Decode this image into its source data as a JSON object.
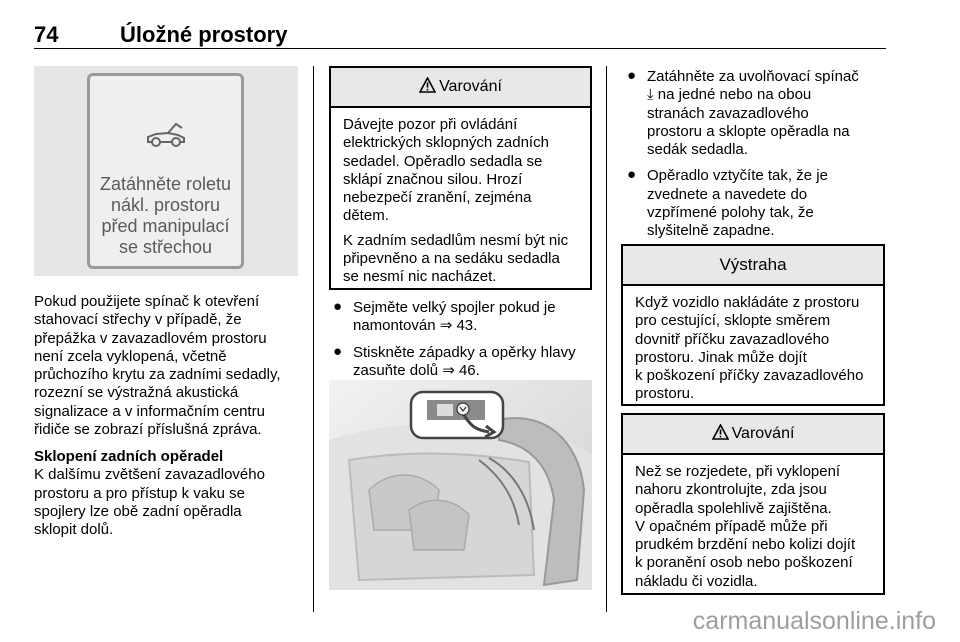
{
  "header": {
    "page_number": "74",
    "title": "Úložné prostory"
  },
  "figure1": {
    "icon": "convertible-car-icon",
    "label_lines": [
      "Zatáhněte roletu",
      "nákl. prostoru",
      "před manipulací",
      "se střechou"
    ]
  },
  "left_col": {
    "paragraph1": [
      "Pokud použijete spínač k otevření",
      "stahovací střechy v případě, že",
      "přepážka v zavazadlovém prostoru",
      "není zcela vyklopená, včetně",
      "průchozího krytu za zadními sedadly,",
      "rozezní se výstražná akustická",
      "signalizace a v informačním centru",
      "řidiče se zobrazí příslušná zpráva."
    ],
    "heading": "Sklopení zadních opěradel",
    "paragraph2": [
      "K dalšímu zvětšení zavazadlového",
      "prostoru a pro přístup k vaku se",
      "spojlery lze obě zadní opěradla",
      "sklopit dolů."
    ]
  },
  "mid_col": {
    "warning1": {
      "title": "Varování",
      "para1": [
        "Dávejte pozor při ovládání",
        "elektrických sklopných zadních",
        "sedadel. Opěradlo sedadla se",
        "sklápí značnou silou. Hrozí",
        "nebezpečí zranění, zejména",
        "dětem."
      ],
      "para2": [
        "K zadním sedadlům nesmí být nic",
        "připevněno a na sedáku sedadla",
        "se nesmí nic nacházet."
      ]
    },
    "bullets": [
      {
        "lines": [
          "Sejměte velký spojler pokud je",
          "namontován ⇒ 43."
        ]
      },
      {
        "lines": [
          "Stiskněte západky a opěrky hlavy",
          "zasuňte dolů ⇒ 46."
        ]
      }
    ],
    "figure2": {
      "icon": "seat-release-switch-icon"
    }
  },
  "right_col": {
    "bullets": [
      {
        "lines": [
          "Zatáhněte za uvolňovací spínač",
          "⤓ na jedné nebo na obou",
          "stranách zavazadlového",
          "prostoru a sklopte opěradla na",
          "sedák sedadla."
        ]
      },
      {
        "lines": [
          "Opěradlo vztyčíte tak, že je",
          "zvednete a navedete do",
          "vzpřímené polohy tak, že",
          "slyšitelně zapadne."
        ]
      }
    ],
    "caution": {
      "title": "Výstraha",
      "lines": [
        "Když vozidlo nakládáte z prostoru",
        "pro cestující, sklopte směrem",
        "dovnitř příčku zavazadlového",
        "prostoru. Jinak může dojít",
        "k poškození příčky zavazadlového",
        "prostoru."
      ]
    },
    "warning2": {
      "title": "Varování",
      "lines": [
        "Než se rozjedete, při vyklopení",
        "nahoru zkontrolujte, zda jsou",
        "opěradla spolehlivě zajištěna.",
        "V opačném případě může při",
        "prudkém brzdění nebo kolizi dojít",
        "k poranění osob nebo poškození",
        "nákladu či vozidla."
      ]
    }
  },
  "watermark": "carmanualsonline.info"
}
